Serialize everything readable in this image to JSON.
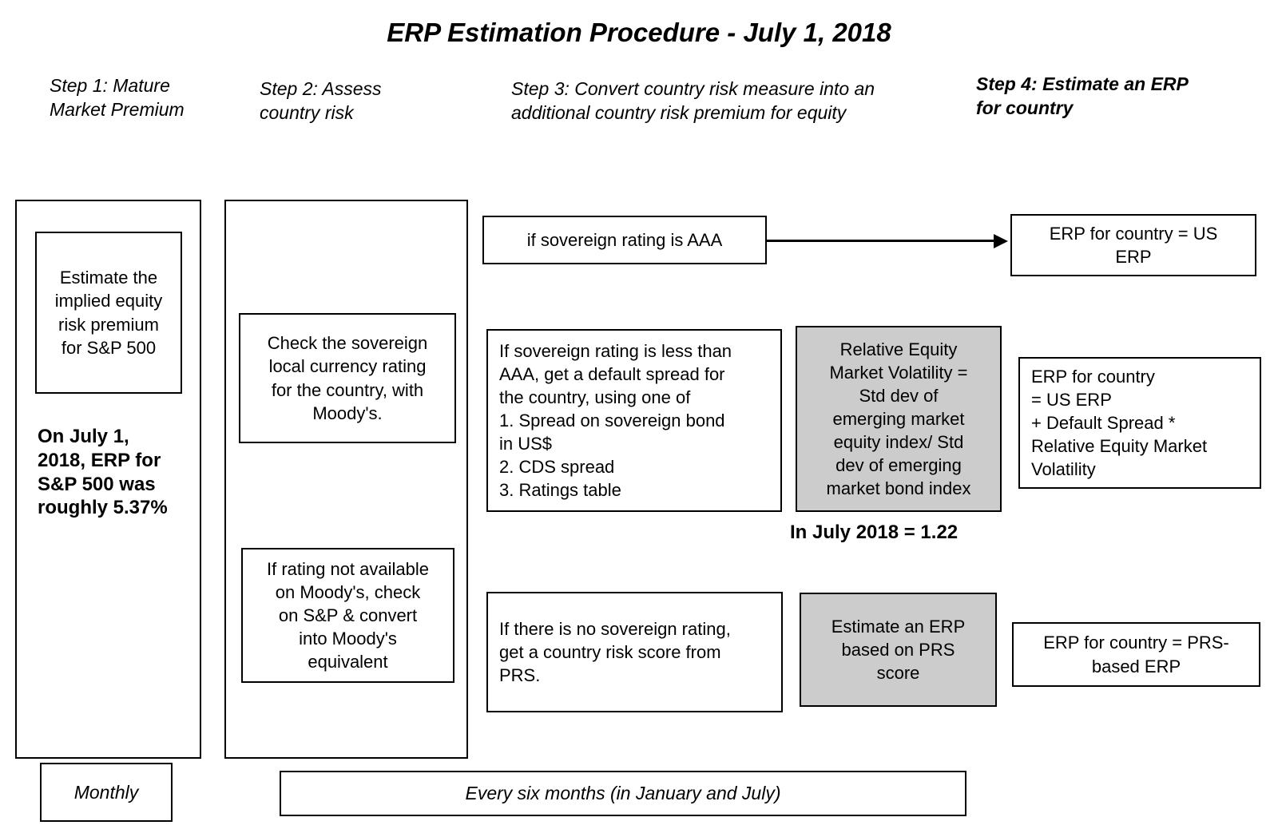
{
  "title": "ERP Estimation Procedure - July 1, 2018",
  "colors": {
    "background": "#ffffff",
    "border": "#000000",
    "gray_box_fill": "#cccccc",
    "text": "#000000"
  },
  "step_headers": {
    "step1": "Step 1: Mature\nMarket Premium",
    "step2": "Step 2: Assess\ncountry risk",
    "step3": "Step 3: Convert country risk measure into an\nadditional country risk premium for equity",
    "step4": "Step 4: Estimate an ERP\nfor country"
  },
  "mature_market": {
    "estimate_box": "Estimate the\nimplied equity\nrisk premium\nfor S&P 500",
    "erp_note": "On July 1,\n2018, ERP for\nS&P 500 was\nroughly 5.37%"
  },
  "country_risk": {
    "moodys_box": "Check the sovereign\nlocal currency rating\nfor the country, with\nMoody's.",
    "sp_convert_box": "If rating not available\non Moody's, check\non S&P & convert\ninto Moody's\nequivalent"
  },
  "risk_premium": {
    "aaa_condition": "if sovereign rating is AAA",
    "below_aaa_condition": "If sovereign rating is less than\nAAA, get a default spread for\nthe country, using one of\n1. Spread on sovereign bond\nin US$\n2. CDS spread\n3. Ratings table",
    "relative_volatility_box": "Relative Equity\nMarket Volatility =\nStd dev of\nemerging market\nequity index/ Std\ndev of emerging\nmarket bond index",
    "relative_volatility_value": "In July 2018 = 1.22",
    "no_rating_condition": "If there is no sovereign rating,\nget a country risk score from\nPRS.",
    "prs_estimate_box": "Estimate an ERP\nbased on PRS\nscore"
  },
  "country_erp": {
    "aaa_result": "ERP for country = US\nERP",
    "default_spread_result": "ERP for country\n= US ERP\n+ Default Spread *\nRelative Equity Market\nVolatility",
    "prs_result": "ERP for country = PRS-\nbased ERP"
  },
  "frequency": {
    "monthly": "Monthly",
    "semiannual": "Every six months (in January and July)"
  }
}
